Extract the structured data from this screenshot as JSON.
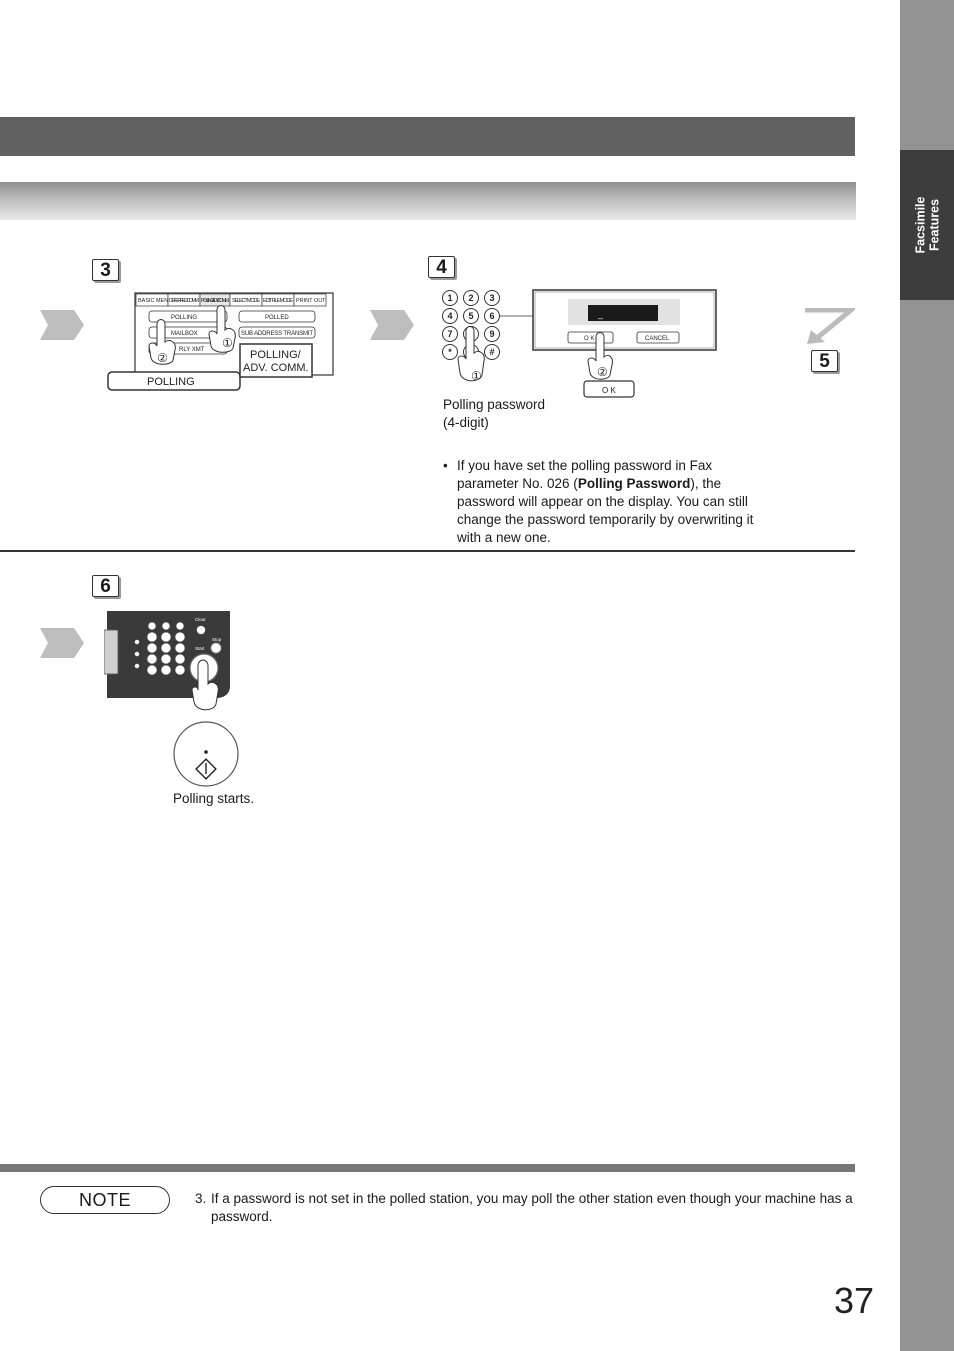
{
  "sidebar": {
    "tab_line1": "Facsimile",
    "tab_line2": "Features"
  },
  "steps": {
    "step3": {
      "number": "3",
      "screen": {
        "tabs": [
          "BASIC MENU",
          "DEFERRED COMM.",
          "POLLING/ ADV.COMM.",
          "SELECT MODE",
          "EDIT FILE MODE",
          "PRINT OUT"
        ],
        "buttons": [
          "POLLING",
          "POLLED",
          "MAILBOX",
          "SUB ADDRESS TRANSMIT",
          "RLY XMT"
        ],
        "zoom_polling": "POLLING",
        "zoom_tab_line1": "POLLING/",
        "zoom_tab_line2": "ADV. COMM.",
        "markers": [
          "①",
          "②"
        ]
      }
    },
    "step4": {
      "number": "4",
      "keypad_keys": [
        "1",
        "2",
        "3",
        "4",
        "5",
        "6",
        "7",
        "8",
        "9",
        "*",
        "0",
        "#"
      ],
      "display": {
        "cursor": "_",
        "ok_label": "O K",
        "cancel_label": "CANCEL",
        "ok_button_zoom": "O K"
      },
      "markers": [
        "①",
        "②"
      ],
      "caption_line1": "Polling password",
      "caption_line2": "(4-digit)",
      "bullet_prefix": "If you have set the polling password in Fax parameter No. 026 (",
      "bullet_bold": "Polling Password",
      "bullet_suffix": "), the password will appear on the display. You can still change the password temporarily by overwriting it with a new one."
    },
    "step5": {
      "number": "5"
    },
    "step6": {
      "number": "6",
      "panel_labels": [
        "Clear",
        "Stop",
        "Start"
      ],
      "caption": "Polling starts."
    }
  },
  "note": {
    "label": "NOTE",
    "items": [
      {
        "num": "3.",
        "text": "If a password is not set in the polled station, you may poll the other station even though your machine has a password."
      }
    ]
  },
  "page_number": "37"
}
